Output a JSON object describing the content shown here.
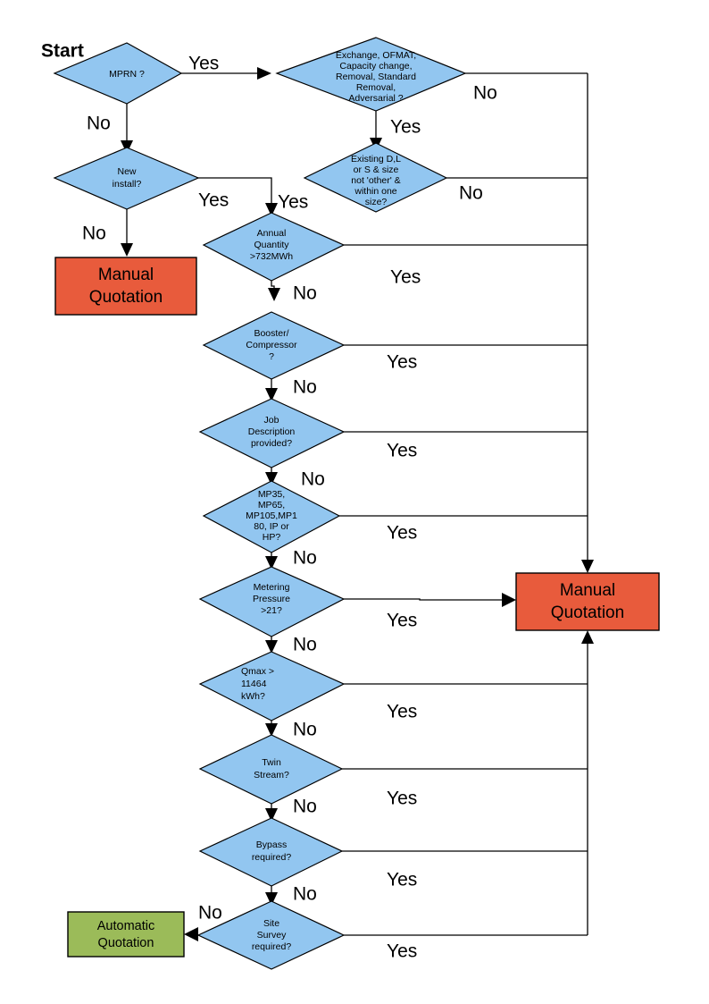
{
  "diagram": {
    "title_label": "Start",
    "colors": {
      "decision_fill": "#92C6F0",
      "manual_fill": "#E85B3C",
      "automatic_fill": "#9BBB59",
      "line": "#000000",
      "background": "#FFFFFF"
    },
    "decisions": [
      {
        "id": "mprn",
        "lines": [
          "MPRN ?"
        ]
      },
      {
        "id": "exchange",
        "lines": [
          "Exchange, OFMAT,",
          "Capacity change,",
          "Removal, Standard",
          "Removal,",
          "Adversarial ?"
        ]
      },
      {
        "id": "newinstall",
        "lines": [
          "New",
          "install?"
        ]
      },
      {
        "id": "existing",
        "lines": [
          "Existing D,L",
          "or S & size",
          "not 'other' &",
          "within one",
          "size?"
        ]
      },
      {
        "id": "annual",
        "lines": [
          "Annual",
          "Quantity",
          ">732MWh"
        ]
      },
      {
        "id": "booster",
        "lines": [
          "Booster/",
          "Compressor",
          "?"
        ]
      },
      {
        "id": "jobdesc",
        "lines": [
          "Job",
          "Description",
          "provided?"
        ]
      },
      {
        "id": "mpclass",
        "lines": [
          "MP35,",
          "MP65,",
          "MP105,MP1",
          "80, IP or",
          "HP?"
        ]
      },
      {
        "id": "metering",
        "lines": [
          "Metering",
          "Pressure",
          ">21?"
        ]
      },
      {
        "id": "qmax",
        "lines": [
          "Qmax >",
          "11464",
          "kWh?"
        ]
      },
      {
        "id": "twin",
        "lines": [
          "Twin",
          "Stream?"
        ]
      },
      {
        "id": "bypass",
        "lines": [
          "Bypass",
          "required?"
        ]
      },
      {
        "id": "site",
        "lines": [
          "Site",
          "Survey",
          "required?"
        ]
      }
    ],
    "terminators": [
      {
        "id": "manual-left",
        "lines": [
          "Manual",
          "Quotation"
        ]
      },
      {
        "id": "manual-right",
        "lines": [
          "Manual",
          "Quotation"
        ]
      },
      {
        "id": "automatic",
        "lines": [
          "Automatic",
          "Quotation"
        ]
      }
    ],
    "edge_labels": {
      "mprn_yes": "Yes",
      "mprn_no": "No",
      "exchange_no": "No",
      "exchange_yes": "Yes",
      "newinstall_yes": "Yes",
      "newinstall_no": "No",
      "existing_no": "No",
      "existing_yes": "Yes",
      "annual_yes": "Yes",
      "annual_no": "No",
      "booster_yes": "Yes",
      "booster_no": "No",
      "jobdesc_yes": "Yes",
      "jobdesc_no": "No",
      "mpclass_yes": "Yes",
      "mpclass_no": "No",
      "metering_yes": "Yes",
      "metering_no": "No",
      "qmax_yes": "Yes",
      "qmax_no": "No",
      "twin_yes": "Yes",
      "twin_no": "No",
      "bypass_yes": "Yes",
      "bypass_no": "No",
      "site_yes": "Yes",
      "site_no": "No"
    }
  }
}
